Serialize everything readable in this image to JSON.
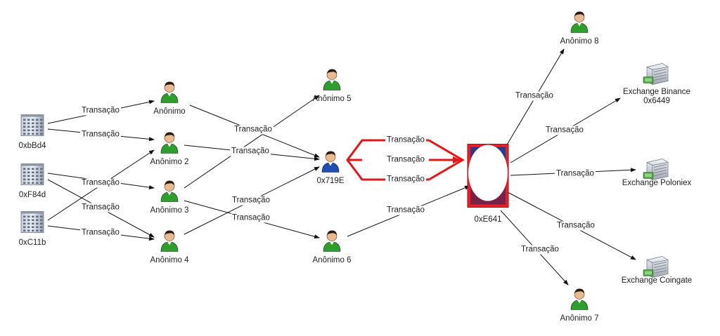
{
  "edge_label": "Transação",
  "nodes": {
    "w1": "0xbBd4",
    "w2": "0xF84d",
    "w3": "0xC11b",
    "a0": "Anônimo",
    "a2": "Anônimo 2",
    "a3": "Anônimo 3",
    "a4": "Anônimo 4",
    "a5": "Anônimo 5",
    "a6": "Anônimo 6",
    "a7": "Anônimo 7",
    "a8": "Anônimo 8",
    "center": "0x719E",
    "hub": "0xE641",
    "binance": "Exchange Binance\n0x6449",
    "poloniex": "Exchange Poloniex",
    "coingate": "Exchange Coingate"
  },
  "edges": [
    [
      "w1",
      "a0"
    ],
    [
      "w1",
      "a2"
    ],
    [
      "w2",
      "a3"
    ],
    [
      "w2",
      "a4"
    ],
    [
      "w3",
      "a0"
    ],
    [
      "w3",
      "a4"
    ],
    [
      "a0",
      "center"
    ],
    [
      "a2",
      "center"
    ],
    [
      "a3",
      "a5"
    ],
    [
      "a4",
      "center"
    ],
    [
      "a3",
      "a6"
    ],
    [
      "a6",
      "hub"
    ],
    [
      "center",
      "hub"
    ],
    [
      "hub",
      "a8"
    ],
    [
      "hub",
      "binance"
    ],
    [
      "hub",
      "poloniex"
    ],
    [
      "hub",
      "coingate"
    ],
    [
      "hub",
      "a7"
    ]
  ],
  "colors": {
    "highlight": "#e01818",
    "edge": "#111111",
    "person": "#2e9e2e",
    "person_center": "#1f4fb0"
  }
}
